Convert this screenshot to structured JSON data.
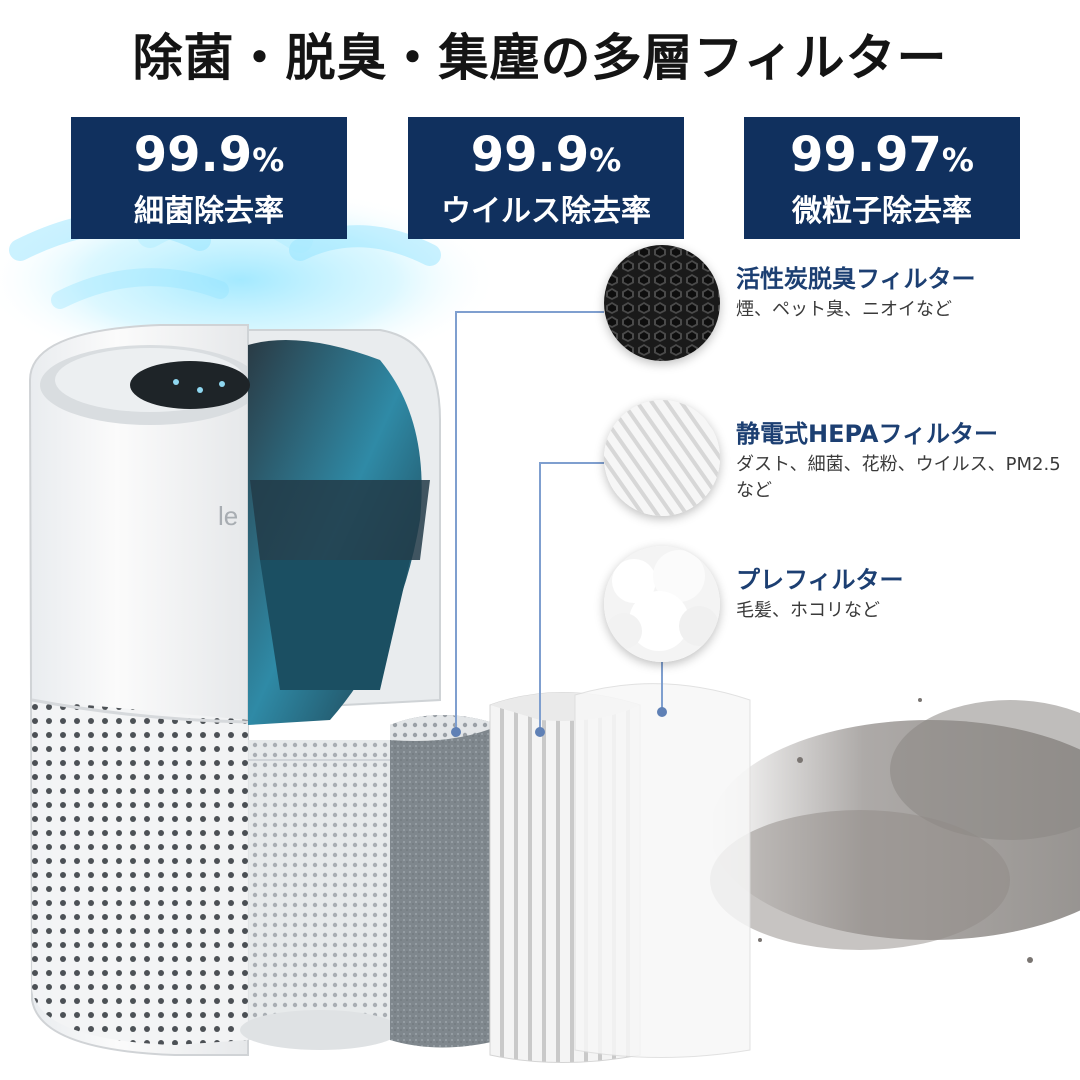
{
  "title": "除菌・脱臭・集塵の多層フィルター",
  "stats": [
    {
      "value": "99.9",
      "unit": "%",
      "label": "細菌除去率"
    },
    {
      "value": "99.9",
      "unit": "%",
      "label": "ウイルス除去率"
    },
    {
      "value": "99.97",
      "unit": "%",
      "label": "微粒子除去率"
    }
  ],
  "filters": [
    {
      "name": "活性炭脱臭フィルター",
      "desc": "煙、ペット臭、ニオイなど",
      "icon": "honeycomb-carbon-icon"
    },
    {
      "name": "静電式HEPAフィルター",
      "desc": "ダスト、細菌、花粉、ウイルス、PM2.5など",
      "icon": "pleated-hepa-icon"
    },
    {
      "name": "プレフィルター",
      "desc": "毛髪、ホコリなど",
      "icon": "fluffy-prefilter-icon"
    }
  ],
  "product": {
    "brand_mark": "le"
  },
  "colors": {
    "stat_box": "#10305e",
    "filter_name": "#1c3f72",
    "airflow": "#7fe0ff",
    "leader_line": "#7f9fcf"
  }
}
